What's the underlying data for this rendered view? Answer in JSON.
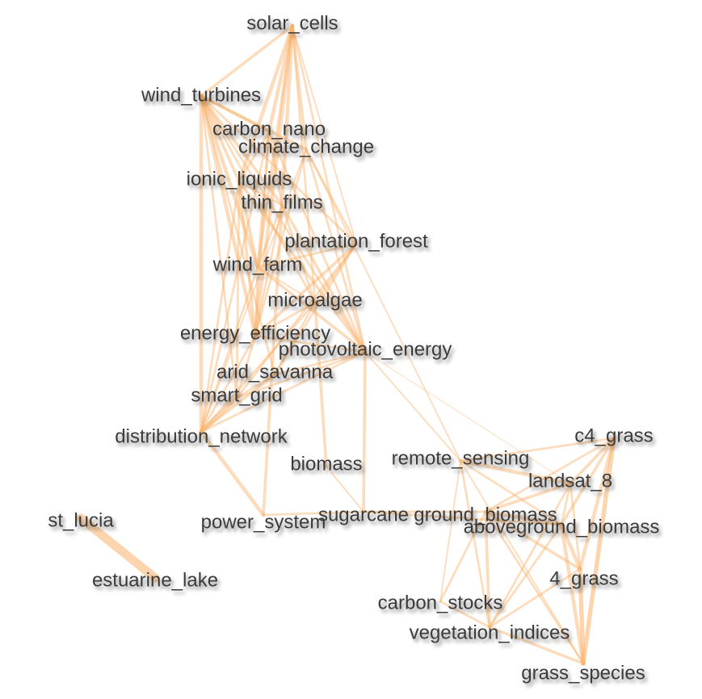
{
  "edge_color": "#f9b26b",
  "text_color": "#3a3a3a",
  "nodes": [
    {
      "id": "solar_cells",
      "label": "solar_cells"
    },
    {
      "id": "wind_turbines",
      "label": "wind_turbines"
    },
    {
      "id": "carbon_nano",
      "label": "carbon_nano"
    },
    {
      "id": "climate_change",
      "label": "climate_change"
    },
    {
      "id": "ionic_liquids",
      "label": "ionic_liquids"
    },
    {
      "id": "thin_films",
      "label": "thin_films"
    },
    {
      "id": "plantation_forest",
      "label": "plantation_forest"
    },
    {
      "id": "wind_farm",
      "label": "wind_farm"
    },
    {
      "id": "microalgae",
      "label": "microalgae"
    },
    {
      "id": "energy_efficiency",
      "label": "energy_efficiency"
    },
    {
      "id": "photovoltaic_energy",
      "label": "photovoltaic_energy"
    },
    {
      "id": "arid_savanna",
      "label": "arid_savanna"
    },
    {
      "id": "smart_grid",
      "label": "smart_grid"
    },
    {
      "id": "distribution_network",
      "label": "distribution_network"
    },
    {
      "id": "biomass",
      "label": "biomass"
    },
    {
      "id": "remote_sensing",
      "label": "remote_sensing"
    },
    {
      "id": "c4_grass",
      "label": "c4_grass"
    },
    {
      "id": "landsat_8",
      "label": "landsat_8"
    },
    {
      "id": "st_lucia",
      "label": "st_lucia"
    },
    {
      "id": "power_system",
      "label": "power_system"
    },
    {
      "id": "sugarcane",
      "label": "sugarcane"
    },
    {
      "id": "ground_biomass",
      "label": "ground_biomass"
    },
    {
      "id": "aboveground_biomass",
      "label": "aboveground_biomass"
    },
    {
      "id": "estuarine_lake",
      "label": "estuarine_lake"
    },
    {
      "id": "4_grass",
      "label": "4_grass"
    },
    {
      "id": "carbon_stocks",
      "label": "carbon_stocks"
    },
    {
      "id": "vegetation_indices",
      "label": "vegetation_indices"
    },
    {
      "id": "grass_species",
      "label": "grass_species"
    }
  ],
  "edges": [
    {
      "source": "solar_cells",
      "target": "wind_turbines",
      "weight": 4
    },
    {
      "source": "solar_cells",
      "target": "carbon_nano",
      "weight": 5
    },
    {
      "source": "solar_cells",
      "target": "climate_change",
      "weight": 4
    },
    {
      "source": "solar_cells",
      "target": "ionic_liquids",
      "weight": 5
    },
    {
      "source": "solar_cells",
      "target": "thin_films",
      "weight": 5
    },
    {
      "source": "solar_cells",
      "target": "wind_farm",
      "weight": 4
    },
    {
      "source": "solar_cells",
      "target": "energy_efficiency",
      "weight": 5
    },
    {
      "source": "solar_cells",
      "target": "plantation_forest",
      "weight": 2
    },
    {
      "source": "solar_cells",
      "target": "microalgae",
      "weight": 3
    },
    {
      "source": "solar_cells",
      "target": "photovoltaic_energy",
      "weight": 3
    },
    {
      "source": "wind_turbines",
      "target": "carbon_nano",
      "weight": 4
    },
    {
      "source": "wind_turbines",
      "target": "climate_change",
      "weight": 4
    },
    {
      "source": "wind_turbines",
      "target": "ionic_liquids",
      "weight": 4
    },
    {
      "source": "wind_turbines",
      "target": "thin_films",
      "weight": 4
    },
    {
      "source": "wind_turbines",
      "target": "wind_farm",
      "weight": 5
    },
    {
      "source": "wind_turbines",
      "target": "energy_efficiency",
      "weight": 5
    },
    {
      "source": "wind_turbines",
      "target": "photovoltaic_energy",
      "weight": 3
    },
    {
      "source": "wind_turbines",
      "target": "microalgae",
      "weight": 3
    },
    {
      "source": "wind_turbines",
      "target": "distribution_network",
      "weight": 5
    },
    {
      "source": "wind_turbines",
      "target": "smart_grid",
      "weight": 3
    },
    {
      "source": "wind_turbines",
      "target": "arid_savanna",
      "weight": 3
    },
    {
      "source": "wind_turbines",
      "target": "plantation_forest",
      "weight": 3
    },
    {
      "source": "carbon_nano",
      "target": "ionic_liquids",
      "weight": 3
    },
    {
      "source": "carbon_nano",
      "target": "thin_films",
      "weight": 3
    },
    {
      "source": "carbon_nano",
      "target": "wind_farm",
      "weight": 3
    },
    {
      "source": "carbon_nano",
      "target": "energy_efficiency",
      "weight": 3
    },
    {
      "source": "carbon_nano",
      "target": "photovoltaic_energy",
      "weight": 3
    },
    {
      "source": "carbon_nano",
      "target": "distribution_network",
      "weight": 3
    },
    {
      "source": "climate_change",
      "target": "plantation_forest",
      "weight": 3
    },
    {
      "source": "climate_change",
      "target": "photovoltaic_energy",
      "weight": 3
    },
    {
      "source": "climate_change",
      "target": "remote_sensing",
      "weight": 2
    },
    {
      "source": "climate_change",
      "target": "distribution_network",
      "weight": 2
    },
    {
      "source": "climate_change",
      "target": "energy_efficiency",
      "weight": 3
    },
    {
      "source": "ionic_liquids",
      "target": "thin_films",
      "weight": 3
    },
    {
      "source": "ionic_liquids",
      "target": "wind_farm",
      "weight": 4
    },
    {
      "source": "ionic_liquids",
      "target": "energy_efficiency",
      "weight": 4
    },
    {
      "source": "ionic_liquids",
      "target": "photovoltaic_energy",
      "weight": 4
    },
    {
      "source": "ionic_liquids",
      "target": "distribution_network",
      "weight": 3
    },
    {
      "source": "ionic_liquids",
      "target": "smart_grid",
      "weight": 3
    },
    {
      "source": "thin_films",
      "target": "photovoltaic_energy",
      "weight": 4
    },
    {
      "source": "thin_films",
      "target": "wind_farm",
      "weight": 3
    },
    {
      "source": "thin_films",
      "target": "power_system",
      "weight": 4
    },
    {
      "source": "thin_films",
      "target": "energy_efficiency",
      "weight": 3
    },
    {
      "source": "thin_films",
      "target": "microalgae",
      "weight": 3
    },
    {
      "source": "plantation_forest",
      "target": "energy_efficiency",
      "weight": 4
    },
    {
      "source": "plantation_forest",
      "target": "microalgae",
      "weight": 3
    },
    {
      "source": "plantation_forest",
      "target": "smart_grid",
      "weight": 3
    },
    {
      "source": "plantation_forest",
      "target": "arid_savanna",
      "weight": 3
    },
    {
      "source": "plantation_forest",
      "target": "wind_farm",
      "weight": 3
    },
    {
      "source": "wind_farm",
      "target": "photovoltaic_energy",
      "weight": 4
    },
    {
      "source": "wind_farm",
      "target": "microalgae",
      "weight": 2
    },
    {
      "source": "wind_farm",
      "target": "distribution_network",
      "weight": 3
    },
    {
      "source": "wind_farm",
      "target": "energy_efficiency",
      "weight": 3
    },
    {
      "source": "microalgae",
      "target": "distribution_network",
      "weight": 3
    },
    {
      "source": "microalgae",
      "target": "biomass",
      "weight": 4
    },
    {
      "source": "microalgae",
      "target": "energy_efficiency",
      "weight": 3
    },
    {
      "source": "microalgae",
      "target": "arid_savanna",
      "weight": 3
    },
    {
      "source": "energy_efficiency",
      "target": "photovoltaic_energy",
      "weight": 3
    },
    {
      "source": "energy_efficiency",
      "target": "distribution_network",
      "weight": 3
    },
    {
      "source": "energy_efficiency",
      "target": "smart_grid",
      "weight": 3
    },
    {
      "source": "photovoltaic_energy",
      "target": "smart_grid",
      "weight": 3
    },
    {
      "source": "photovoltaic_energy",
      "target": "sugarcane",
      "weight": 4
    },
    {
      "source": "photovoltaic_energy",
      "target": "distribution_network",
      "weight": 3
    },
    {
      "source": "photovoltaic_energy",
      "target": "arid_savanna",
      "weight": 3
    },
    {
      "source": "photovoltaic_energy",
      "target": "landsat_8",
      "weight": 1
    },
    {
      "source": "photovoltaic_energy",
      "target": "remote_sensing",
      "weight": 2
    },
    {
      "source": "arid_savanna",
      "target": "distribution_network",
      "weight": 4
    },
    {
      "source": "arid_savanna",
      "target": "smart_grid",
      "weight": 3
    },
    {
      "source": "smart_grid",
      "target": "distribution_network",
      "weight": 6
    },
    {
      "source": "distribution_network",
      "target": "power_system",
      "weight": 5
    },
    {
      "source": "power_system",
      "target": "sugarcane",
      "weight": 3
    },
    {
      "source": "biomass",
      "target": "sugarcane",
      "weight": 2
    },
    {
      "source": "sugarcane",
      "target": "ground_biomass",
      "weight": 3
    },
    {
      "source": "sugarcane",
      "target": "aboveground_biomass",
      "weight": 3
    },
    {
      "source": "remote_sensing",
      "target": "landsat_8",
      "weight": 5
    },
    {
      "source": "remote_sensing",
      "target": "carbon_stocks",
      "weight": 2
    },
    {
      "source": "remote_sensing",
      "target": "vegetation_indices",
      "weight": 3
    },
    {
      "source": "remote_sensing",
      "target": "grass_species",
      "weight": 2
    },
    {
      "source": "remote_sensing",
      "target": "c4_grass",
      "weight": 3
    },
    {
      "source": "remote_sensing",
      "target": "aboveground_biomass",
      "weight": 3
    },
    {
      "source": "c4_grass",
      "target": "landsat_8",
      "weight": 4
    },
    {
      "source": "c4_grass",
      "target": "aboveground_biomass",
      "weight": 4
    },
    {
      "source": "c4_grass",
      "target": "4_grass",
      "weight": 5
    },
    {
      "source": "c4_grass",
      "target": "grass_species",
      "weight": 6
    },
    {
      "source": "c4_grass",
      "target": "ground_biomass",
      "weight": 3
    },
    {
      "source": "landsat_8",
      "target": "ground_biomass",
      "weight": 4
    },
    {
      "source": "landsat_8",
      "target": "aboveground_biomass",
      "weight": 3
    },
    {
      "source": "landsat_8",
      "target": "vegetation_indices",
      "weight": 3
    },
    {
      "source": "landsat_8",
      "target": "4_grass",
      "weight": 3
    },
    {
      "source": "ground_biomass",
      "target": "aboveground_biomass",
      "weight": 5
    },
    {
      "source": "ground_biomass",
      "target": "vegetation_indices",
      "weight": 4
    },
    {
      "source": "ground_biomass",
      "target": "4_grass",
      "weight": 4
    },
    {
      "source": "ground_biomass",
      "target": "carbon_stocks",
      "weight": 3
    },
    {
      "source": "ground_biomass",
      "target": "grass_species",
      "weight": 3
    },
    {
      "source": "aboveground_biomass",
      "target": "4_grass",
      "weight": 5
    },
    {
      "source": "aboveground_biomass",
      "target": "vegetation_indices",
      "weight": 3
    },
    {
      "source": "aboveground_biomass",
      "target": "grass_species",
      "weight": 5
    },
    {
      "source": "4_grass",
      "target": "grass_species",
      "weight": 6
    },
    {
      "source": "4_grass",
      "target": "vegetation_indices",
      "weight": 3
    },
    {
      "source": "carbon_stocks",
      "target": "vegetation_indices",
      "weight": 3
    },
    {
      "source": "vegetation_indices",
      "target": "grass_species",
      "weight": 4
    },
    {
      "source": "st_lucia",
      "target": "estuarine_lake",
      "weight": 12
    }
  ]
}
